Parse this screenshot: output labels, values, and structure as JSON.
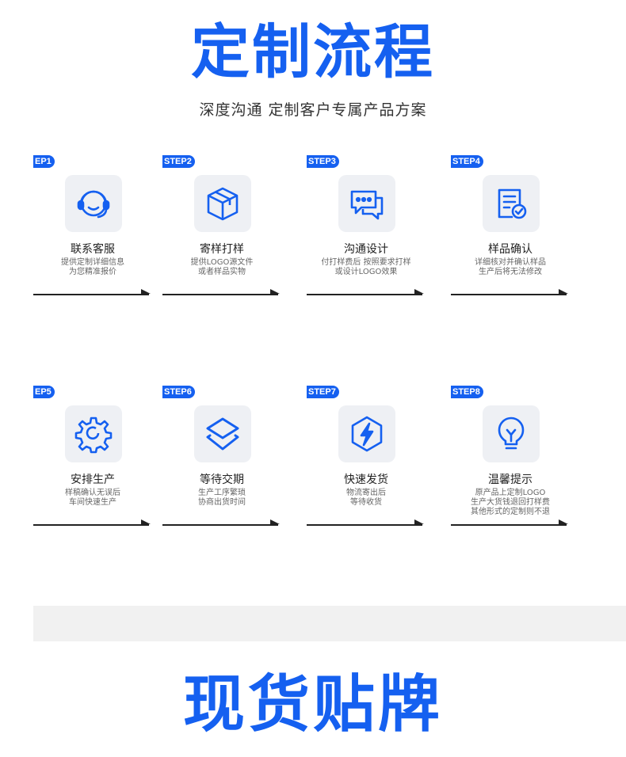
{
  "header": {
    "title": "定制流程",
    "subtitle": "深度沟通 定制客户专属产品方案"
  },
  "steps": [
    {
      "badge": "EP1",
      "title": "联系客服",
      "desc": [
        "提供定制详细信息",
        "为您精准报价"
      ],
      "icon": "headset-icon"
    },
    {
      "badge": "STEP2",
      "title": "寄样打样",
      "desc": [
        "提供LOGO源文件",
        "或者样品实物"
      ],
      "icon": "box-icon"
    },
    {
      "badge": "STEP3",
      "title": "沟通设计",
      "desc": [
        "付打样费后 按照要求打样",
        "或设计LOGO效果"
      ],
      "icon": "chat-icon"
    },
    {
      "badge": "STEP4",
      "title": "样品确认",
      "desc": [
        "详细核对并确认样品",
        "生产后将无法修改"
      ],
      "icon": "document-check-icon"
    },
    {
      "badge": "EP5",
      "title": "安排生产",
      "desc": [
        "样稿确认无误后",
        "车间快速生产"
      ],
      "icon": "gear-icon"
    },
    {
      "badge": "STEP6",
      "title": "等待交期",
      "desc": [
        "生产工序繁琐",
        "协商出货时间"
      ],
      "icon": "layers-icon"
    },
    {
      "badge": "STEP7",
      "title": "快速发货",
      "desc": [
        "物流寄出后",
        "等待收货"
      ],
      "icon": "lightning-icon"
    },
    {
      "badge": "STEP8",
      "title": "温馨提示",
      "desc": [
        "原产品上定制LOGO",
        "生产大货钱退回打样费",
        "其他形式的定制则不退"
      ],
      "icon": "lightbulb-icon"
    }
  ],
  "footer": {
    "title": "现货贴牌"
  },
  "colors": {
    "accent": "#1560f0",
    "icon_bg": "#eef0f4",
    "band": "#f1f1f1"
  }
}
